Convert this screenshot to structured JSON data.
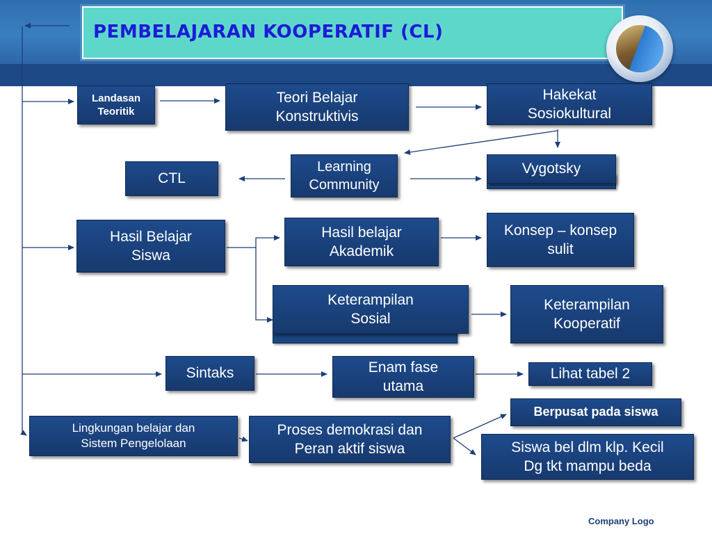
{
  "title": "PEMBELAJARAN KOOPERATIF (CL)",
  "footer": "Company Logo",
  "boxes": {
    "landasan": [
      "Landasan",
      "Teoritik"
    ],
    "teori": [
      "Teori Belajar",
      "Konstruktivis"
    ],
    "hakekat": [
      "Hakekat",
      "Sosiokultural"
    ],
    "ctl": "CTL",
    "learning": [
      "Learning",
      "Community"
    ],
    "vygotsky": "Vygotsky",
    "hasil_siswa": [
      "Hasil Belajar",
      "Siswa"
    ],
    "hasil_akademik": [
      "Hasil belajar",
      "Akademik"
    ],
    "konsep": [
      "Konsep – konsep",
      "sulit"
    ],
    "ket_sosial": [
      "Keterampilan",
      "Sosial"
    ],
    "ket_koop": [
      "Keterampilan",
      "Kooperatif"
    ],
    "sintaks": "Sintaks",
    "enam": [
      "Enam fase",
      "utama"
    ],
    "lihat": "Lihat tabel 2",
    "lingkungan": [
      "Lingkungan belajar dan",
      "Sistem Pengelolaan"
    ],
    "proses": [
      "Proses demokrasi dan",
      "Peran aktif siswa"
    ],
    "berpusat": "Berpusat pada siswa",
    "siswa_bel": [
      "Siswa bel dlm klp. Kecil",
      "Dg tkt mampu beda"
    ]
  },
  "colors": {
    "box": "#1e4b8c",
    "title_text": "#1c1bd6",
    "title_bg": "#5ed7cb",
    "band": "#2f6fb0",
    "arrow": "#1d3f78"
  }
}
